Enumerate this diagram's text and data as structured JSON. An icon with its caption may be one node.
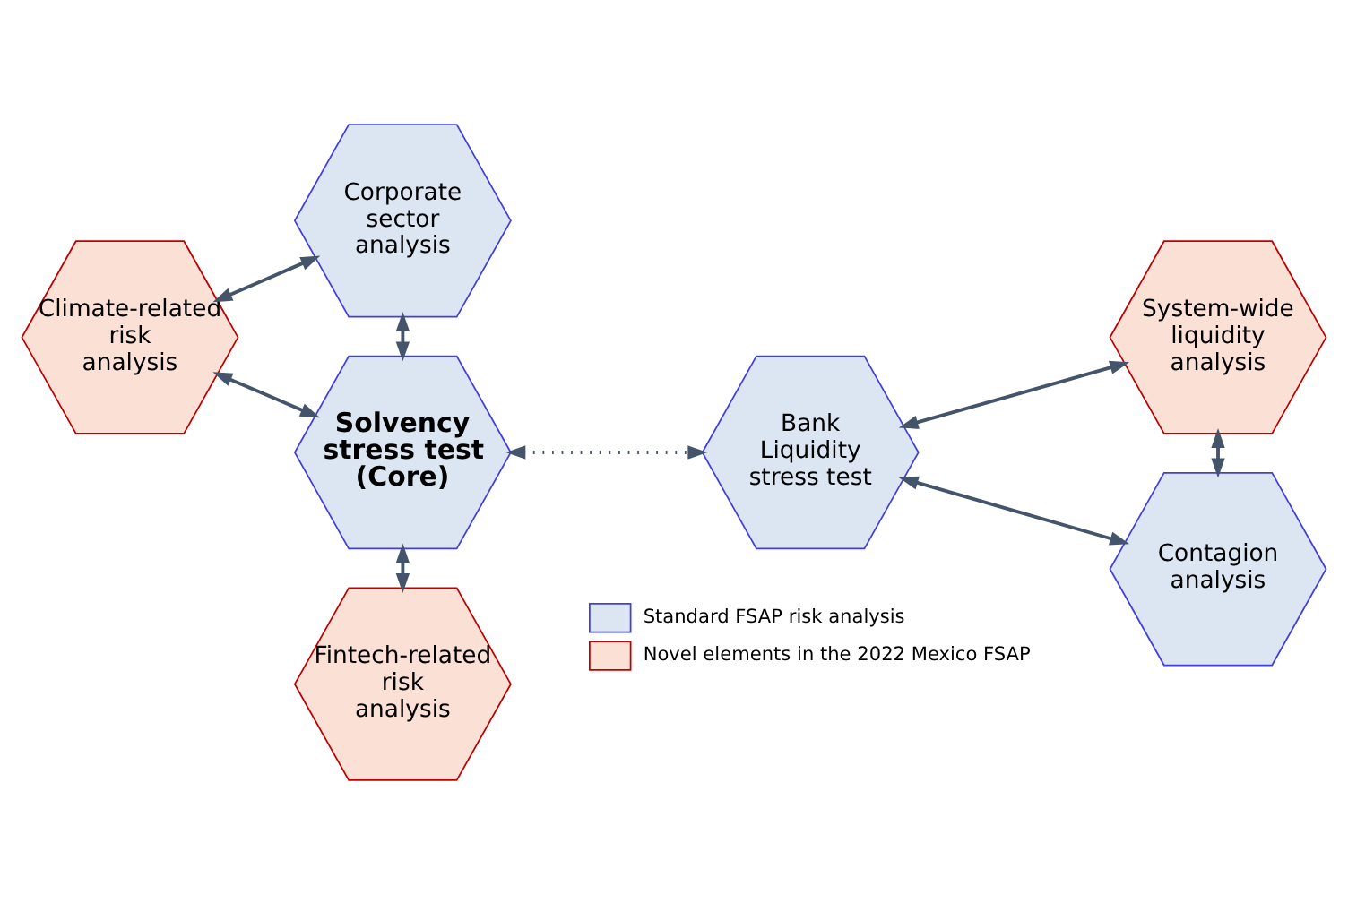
{
  "diagram": {
    "nodes": [
      {
        "text": [
          "Corporate sector analysis"
        ]
      },
      {
        "text": [
          "Climate-related risk analysis"
        ]
      },
      {
        "text": [
          "Solvency stress test (Core)"
        ]
      },
      {
        "text": [
          "Bank Liquidity stress test"
        ]
      },
      {
        "text": [
          "System-wide liquidity analysis"
        ]
      },
      {
        "text": [
          "Contagion analysis"
        ]
      },
      {
        "text": [
          "Fintech-related risk analysis"
        ]
      }
    ],
    "edges": [
      {
        "from": 1,
        "to": 0,
        "arrow": "both"
      },
      {
        "from": 0,
        "to": 2,
        "arrow": "both"
      },
      {
        "from": 1,
        "to": 2,
        "arrow": "both"
      },
      {
        "from": 2,
        "to": 3,
        "arrow": "both",
        "style": "dashed"
      },
      {
        "from": 3,
        "to": 4,
        "arrow": "both"
      },
      {
        "from": 3,
        "to": 5,
        "arrow": "both"
      },
      {
        "from": 4,
        "to": 5,
        "arrow": "both"
      },
      {
        "from": 2,
        "to": 6,
        "arrow": "both"
      }
    ],
    "legend": [
      {
        "text": "Standard FSAP risk analysis",
        "color": "#dce6f2"
      },
      {
        "text": "Novel elements in the 2022 Mexico FSAP",
        "color": "#fbe0d5"
      }
    ]
  }
}
